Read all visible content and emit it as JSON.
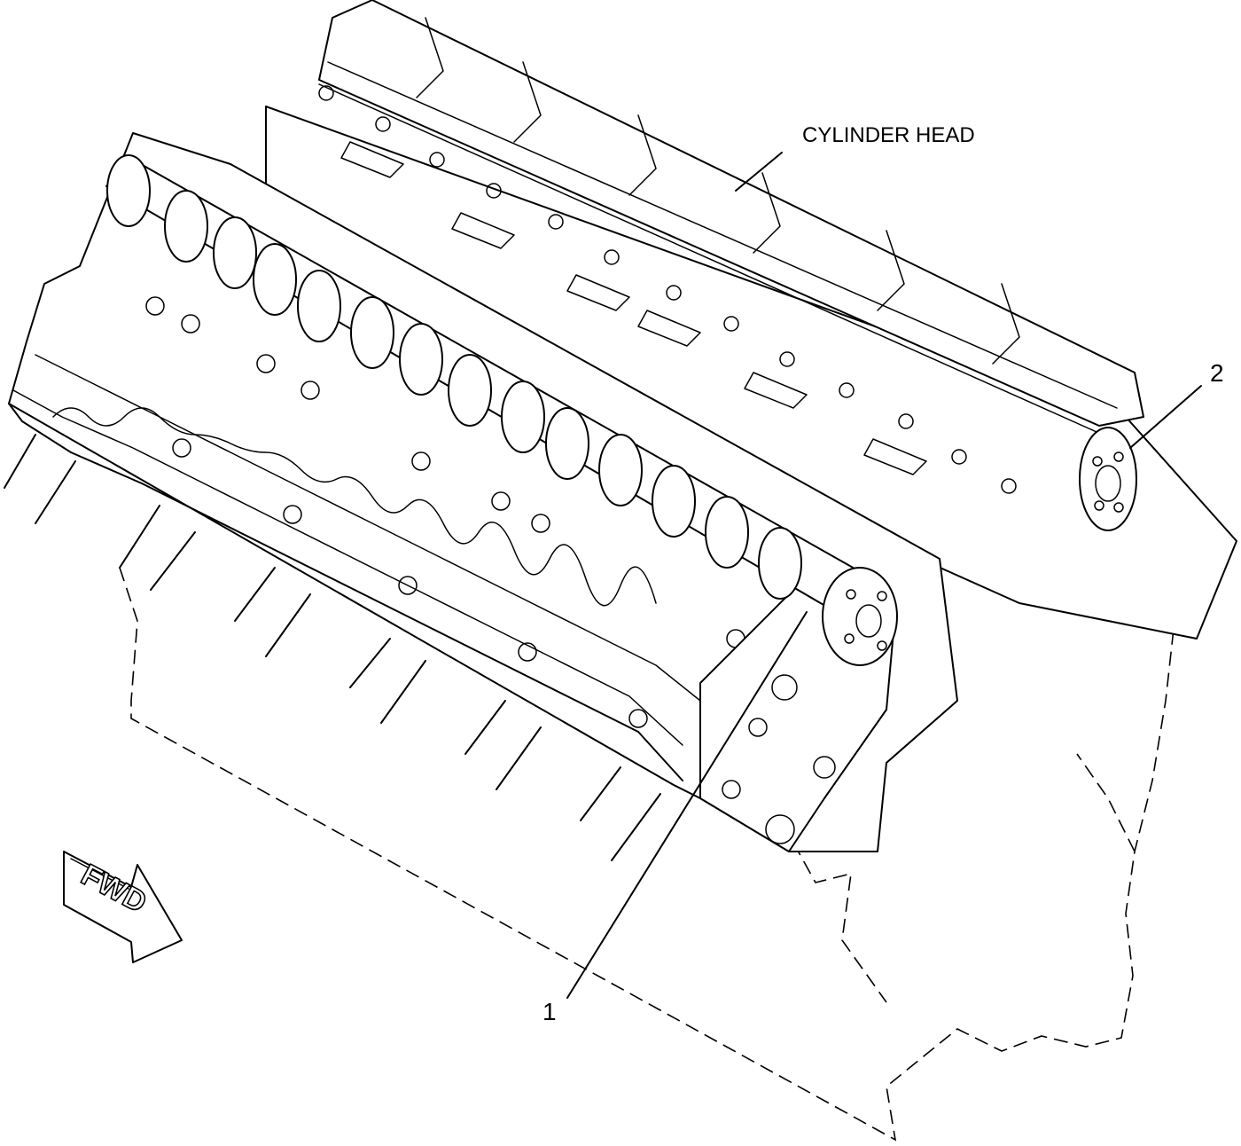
{
  "labels": {
    "cylinder_head": "CYLINDER HEAD",
    "item_1": "1",
    "item_2": "2",
    "direction": "FWD"
  },
  "colors": {
    "line": "#000000",
    "background": "#ffffff"
  }
}
